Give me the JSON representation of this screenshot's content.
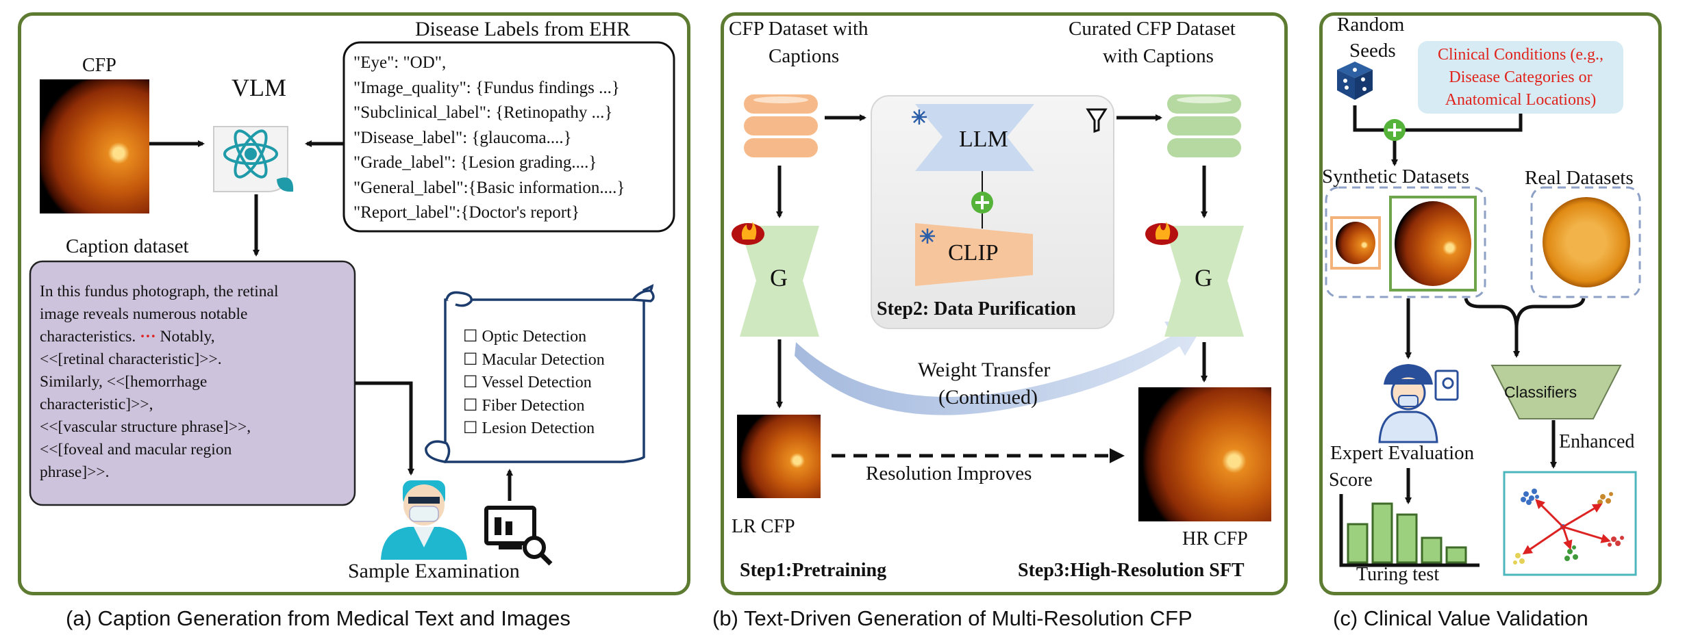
{
  "panel_a": {
    "cfp_label": "CFP",
    "vlm_label": "VLM",
    "ehr_title": "Disease Labels from EHR",
    "ehr_lines": [
      "\"Eye\": \"OD\",",
      "\"Image_quality\":  {Fundus findings ...}",
      "\"Subclinical_label\":  {Retinopathy ...}",
      "\"Disease_label\": {glaucoma....}",
      "\"Grade_label\": {Lesion grading....}",
      "\"General_label\":{Basic information....}",
      "\"Report_label\":{Doctor's report}"
    ],
    "caption_title": "Caption dataset",
    "caption_lines": [
      "In this fundus photograph, the retinal",
      "image reveals numerous notable",
      "characteristics.",
      "Notably,",
      "<<[retinal characteristic]>>.",
      "Similarly, <<[hemorrhage",
      "characteristic]>>,",
      "<<[vascular structure phrase]>>,",
      "<<[foveal and macular region",
      "phrase]>>."
    ],
    "ellipsis": "···",
    "checklist": [
      "☐ Optic Detection",
      "☐ Macular Detection",
      "☐ Vessel Detection",
      "☐ Fiber Detection",
      "☐ Lesion Detection"
    ],
    "sample_label": "Sample Examination",
    "caption": "(a) Caption Generation from Medical Text and Images"
  },
  "panel_b": {
    "dataset_label_1": "CFP Dataset with",
    "dataset_label_2": "Captions",
    "curated_label_1": "Curated CFP Dataset",
    "curated_label_2": "with Captions",
    "llm_label": "LLM",
    "clip_label": "CLIP",
    "step2_label": "Step2: Data Purification",
    "g_label": "G",
    "weight_transfer_1": "Weight Transfer",
    "weight_transfer_2": "(Continued)",
    "resolution_label": "Resolution Improves",
    "lr_label": "LR CFP",
    "hr_label": "HR CFP",
    "step1_label": "Step1:Pretraining",
    "step3_label": "Step3:High-Resolution SFT",
    "caption": "(b) Text-Driven Generation of Multi-Resolution CFP"
  },
  "panel_c": {
    "random_seeds_1": "Random",
    "random_seeds_2": "Seeds",
    "conditions_lines": [
      "Clinical Conditions (e.g.,",
      "Disease Categories or",
      "Anatomical Locations)"
    ],
    "synthetic_label": "Synthetic Datasets",
    "real_label": "Real Datasets",
    "classifiers_label": "Classifiers",
    "expert_label": "Expert Evaluation",
    "score_label": "Score",
    "enhanced_label": "Enhanced",
    "turing_label": "Turing test",
    "caption": "(c)  Clinical Value Validation"
  },
  "colors": {
    "panel_border": "#5e7b32",
    "caption_box": "#cdc3dc",
    "dataset_orange": "#f6b98a",
    "dataset_green": "#b5d9a0",
    "generator_green": "#cfe8c0",
    "llm_blue": "#c9d9ef",
    "clip_orange": "#f7c59b",
    "plus_green": "#55b33a",
    "conditions_bg": "#d6ebf3",
    "conditions_text": "#e0231c",
    "classifier_green": "#b8cf9c",
    "bar_green": "#9ccf7e",
    "arrow_red": "#dd2222"
  },
  "icons": [
    "fundus-image",
    "atom-vlm-icon",
    "database-icon",
    "funnel-icon",
    "fire-icon",
    "snowflake-icon",
    "plus-icon",
    "scroll-icon",
    "doctor-icon",
    "computer-magnifier-icon",
    "dice-icon",
    "expert-doctor-icon",
    "scatter-plot-icon"
  ]
}
